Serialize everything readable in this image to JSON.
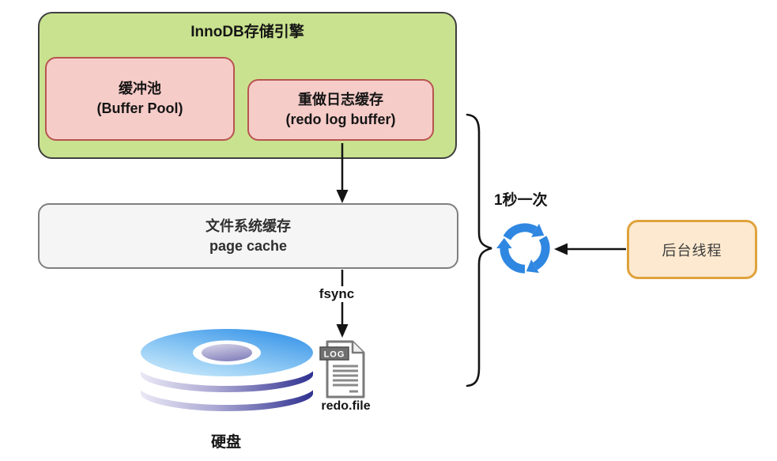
{
  "boxes": {
    "innodb": {
      "title": "InnoDB存储引擎"
    },
    "buffer_pool": {
      "name_zh": "缓冲池",
      "name_en": "(Buffer Pool)"
    },
    "redo_log_buffer": {
      "name_zh": "重做日志缓存",
      "name_en": "(redo log buffer)"
    },
    "page_cache": {
      "name_zh": "文件系统缓存",
      "name_en": "page cache"
    },
    "background_thread": {
      "title": "后台线程"
    }
  },
  "labels": {
    "fsync": "fsync",
    "disk": "硬盘",
    "redo_file": "redo.file",
    "log_badge": "LOG",
    "flush_interval": "1秒一次"
  },
  "colors": {
    "innodb_fill": "#C9E28F",
    "innodb_border": "#3F3F3F",
    "inner_fill": "#F6CCC8",
    "inner_border": "#B85450",
    "page_cache_fill": "#F5F5F5",
    "page_cache_border": "#7F7F7F",
    "thread_fill": "#FCE9CF",
    "thread_border": "#DFA33C",
    "refresh_blue": "#2F87E1",
    "line_color": "#141414"
  }
}
